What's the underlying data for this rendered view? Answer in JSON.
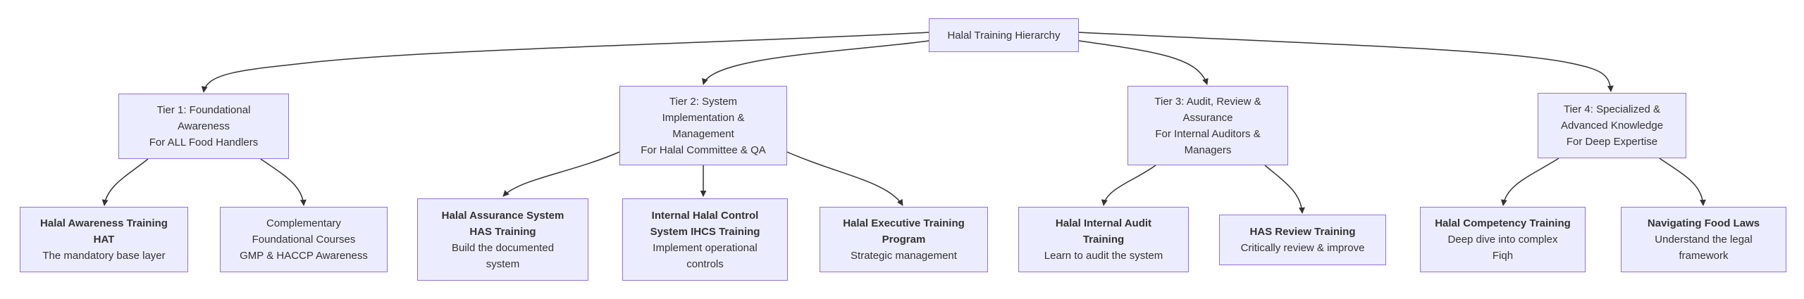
{
  "colors": {
    "node_fill": "#ECECFF",
    "node_border": "#9370DB",
    "edge": "#333333",
    "text": "#333333",
    "background": "#FFFFFF"
  },
  "root": {
    "label": "Halal Training Hierarchy"
  },
  "tiers": [
    {
      "title": "Tier 1: Foundational\nAwareness",
      "subtitle": "For ALL Food Handlers"
    },
    {
      "title": "Tier 2: System\nImplementation &\nManagement",
      "subtitle": "For Halal Committee & QA"
    },
    {
      "title": "Tier 3: Audit, Review &\nAssurance",
      "subtitle": "For Internal Auditors &\nManagers"
    },
    {
      "title": "Tier 4: Specialized &\nAdvanced Knowledge",
      "subtitle": "For Deep Expertise"
    }
  ],
  "courses": [
    {
      "title": "Halal Awareness Training\nHAT",
      "subtitle": "The mandatory base layer"
    },
    {
      "title": "Complementary\nFoundational Courses",
      "subtitle": "GMP & HACCP Awareness"
    },
    {
      "title": "Halal Assurance System\nHAS Training",
      "subtitle": "Build the documented\nsystem"
    },
    {
      "title": "Internal Halal Control\nSystem IHCS Training",
      "subtitle": "Implement operational\ncontrols"
    },
    {
      "title": "Halal Executive Training\nProgram",
      "subtitle": "Strategic management"
    },
    {
      "title": "Halal Internal Audit\nTraining",
      "subtitle": "Learn to audit the system"
    },
    {
      "title": "HAS Review Training",
      "subtitle": "Critically review & improve"
    },
    {
      "title": "Halal Competency Training",
      "subtitle": "Deep dive into complex\nFiqh"
    },
    {
      "title": "Navigating Food Laws",
      "subtitle": "Understand the legal\nframework"
    }
  ]
}
